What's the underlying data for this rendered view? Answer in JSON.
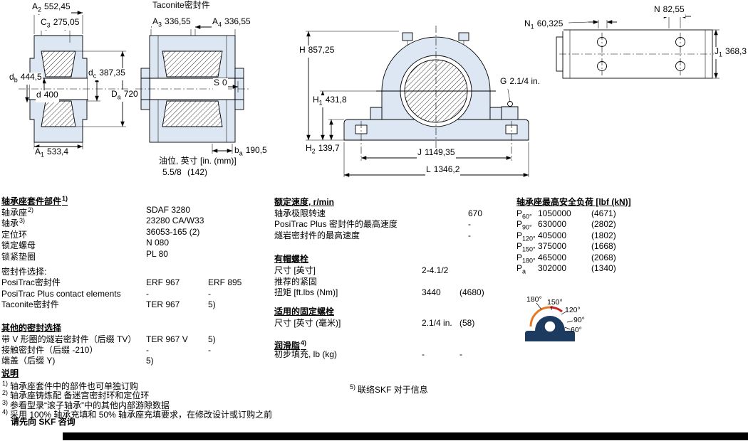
{
  "colors": {
    "housing_fill": "#dde7f3",
    "block_icon": "#1d3a5f",
    "arc_orange": "#e87722",
    "arc_red": "#cc2020",
    "footer_bar": "#000000"
  },
  "drawings": {
    "taconite_title": "Taconite密封件",
    "oil_label": "油位, 英寸 [in. (mm)]",
    "oil_in": "5.5/8",
    "oil_mm": "(142)"
  },
  "dims": {
    "a2": {
      "sym": "A",
      "sub": "2",
      "val": "552,45"
    },
    "c3": {
      "sym": "C",
      "sub": "3",
      "val": "275,05"
    },
    "db": {
      "sym": "d",
      "sub": "b",
      "val": "444,5"
    },
    "d": {
      "sym": "d",
      "sub": "",
      "val": "400"
    },
    "dc": {
      "sym": "d",
      "sub": "c",
      "val": "387,35"
    },
    "da": {
      "sym": "D",
      "sub": "a",
      "val": "720"
    },
    "a1": {
      "sym": "A",
      "sub": "1",
      "val": "533,4"
    },
    "a3": {
      "sym": "A",
      "sub": "3",
      "val": "336,55"
    },
    "a4": {
      "sym": "A",
      "sub": "4",
      "val": "336,55"
    },
    "s": {
      "sym": "S",
      "sub": "",
      "val": "0"
    },
    "ba": {
      "sym": "b",
      "sub": "a",
      "val": "190,5"
    },
    "h": {
      "sym": "H",
      "sub": "",
      "val": "857,25"
    },
    "h1": {
      "sym": "H",
      "sub": "1",
      "val": "431,8"
    },
    "h2": {
      "sym": "H",
      "sub": "2",
      "val": "139,7"
    },
    "g": {
      "sym": "G",
      "sub": "",
      "val": "2.1/4 in."
    },
    "j": {
      "sym": "J",
      "sub": "",
      "val": "1149,35"
    },
    "l": {
      "sym": "L",
      "sub": "",
      "val": "1346,2"
    },
    "n": {
      "sym": "N",
      "sub": "",
      "val": "82,55"
    },
    "n1": {
      "sym": "N",
      "sub": "1",
      "val": "60,325"
    },
    "j1": {
      "sym": "J",
      "sub": "1",
      "val": "368,3"
    }
  },
  "parts": {
    "header": "轴承座套件部件",
    "header_sup": "1)",
    "rows": [
      {
        "label": "轴承座",
        "sup": "2)",
        "v1": "SDAF 3280",
        "v2": ""
      },
      {
        "label": "轴承",
        "sup": "3)",
        "v1": "23280 CA/W33",
        "v2": ""
      },
      {
        "label": "定位环",
        "sup": "",
        "v1": "36053-165 (2)",
        "v2": ""
      },
      {
        "label": "锁定螺母",
        "sup": "",
        "v1": "N 080",
        "v2": ""
      },
      {
        "label": "锁紧垫圈",
        "sup": "",
        "v1": "PL 80",
        "v2": ""
      }
    ],
    "seal_select_label": "密封件选择:",
    "seal_rows": [
      {
        "label": "PosiTrac密封件",
        "v1": "ERF 967",
        "v2": "ERF 895"
      },
      {
        "label": "PosiTrac Plus contact elements",
        "v1": "-",
        "v2": "-"
      },
      {
        "label": "Taconite密封件",
        "v1": "TER 967",
        "v2": "5)"
      }
    ],
    "other_header": "其他的密封选择",
    "other_rows": [
      {
        "label": "带 V 形圈的燧岩密封件（后缀 TV）",
        "v1": "TER 967 V",
        "v2": "5)"
      },
      {
        "label": "接触密封件（后缀 -210）",
        "v1": "-",
        "v2": "-"
      },
      {
        "label": "端盖（后缀 Y)",
        "v1": "5)",
        "v2": ""
      }
    ]
  },
  "speed": {
    "header": "额定速度, r/min",
    "rows": [
      {
        "label": "轴承极限转速",
        "v1": "670"
      },
      {
        "label": "PosiTrac Plus 密封件的最高速度",
        "v1": "-"
      },
      {
        "label": "燧岩密封件的最高速度",
        "v1": "-"
      }
    ],
    "capbolt_header": "有帽螺栓",
    "capbolt_rows": [
      {
        "label": "尺寸 [英寸]",
        "v1": "2-4.1/2",
        "v2": ""
      },
      {
        "label": "推荐的紧固",
        "v1": "",
        "v2": ""
      },
      {
        "label": "扭矩 [ft.lbs (Nm)]",
        "v1": "3440",
        "v2": "(4680)"
      }
    ],
    "fixbolt_header": "适用的固定螺栓",
    "fixbolt_rows": [
      {
        "label": "尺寸 [英寸 (毫米)]",
        "v1": "2.1/4 in.",
        "v2": "(58)"
      }
    ],
    "grease_header": "润滑脂",
    "grease_sup": "4)",
    "grease_rows": [
      {
        "label": "初步填充, lb (kg)",
        "v1": "-",
        "v2": "-"
      }
    ]
  },
  "load": {
    "header": "轴承座最高安全负荷 [lbf (kN)]",
    "rows": [
      {
        "sym": "P",
        "sub": "60°",
        "v1": "1050000",
        "v2": "(4671)"
      },
      {
        "sym": "P",
        "sub": "90°",
        "v1": "630000",
        "v2": "(2802)"
      },
      {
        "sym": "P",
        "sub": "120°",
        "v1": "405000",
        "v2": "(1802)"
      },
      {
        "sym": "P",
        "sub": "150°",
        "v1": "375000",
        "v2": "(1668)"
      },
      {
        "sym": "P",
        "sub": "180°",
        "v1": "465000",
        "v2": "(2068)"
      },
      {
        "sym": "P",
        "sub": "a",
        "v1": "302000",
        "v2": "(1340)"
      }
    ],
    "angles": [
      "180°",
      "150°",
      "120°",
      "90°",
      "60°"
    ]
  },
  "notes": {
    "header": "说明",
    "items": [
      {
        "sup": "1)",
        "text": "轴承座套件中的部件也可单独订购"
      },
      {
        "sup": "2)",
        "text": "轴承座铸炼配 备迷宫密封环和定位环"
      },
      {
        "sup": "3)",
        "text": "参看型录“滚子轴承”中的其他内部游隙数据"
      },
      {
        "sup": "4)",
        "text": "采用 100% 轴承充填和 50% 轴承座充填要求，在修改设计或订购之前"
      }
    ],
    "final": "请先向 SKF 咨询",
    "note5_sup": "5)",
    "note5_text": "联络SKF 对于信息"
  }
}
